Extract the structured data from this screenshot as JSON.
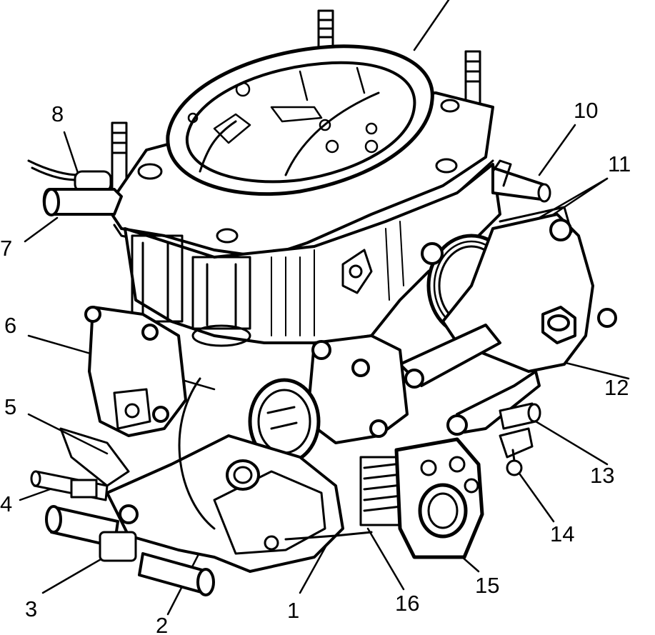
{
  "labels": {
    "l1": "1",
    "l2": "2",
    "l3": "3",
    "l4": "4",
    "l5": "5",
    "l6": "6",
    "l7": "7",
    "l8": "8",
    "l10": "10",
    "l11": "11",
    "l12": "12",
    "l13": "13",
    "l14": "14",
    "l15": "15",
    "l16": "16"
  }
}
